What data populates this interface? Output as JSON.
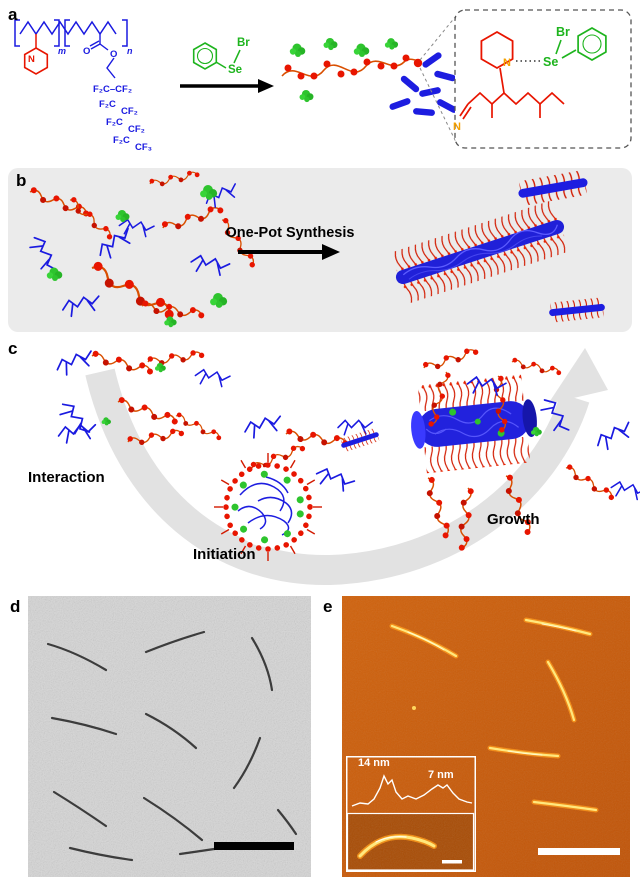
{
  "figure": {
    "panel_labels": {
      "a": "a",
      "b": "b",
      "c": "c",
      "d": "d",
      "e": "e"
    }
  },
  "panel_a": {
    "polymer": {
      "sub_m": "m",
      "sub_n": "n",
      "ring_n": "N",
      "ester_o1": "O",
      "ester_o2": "O",
      "f_chain": [
        "F₂C–CF₂",
        "F₂C",
        "CF₂",
        "F₂C",
        "CF₂",
        "F₂C",
        "CF₃"
      ]
    },
    "reagent": {
      "se": "Se",
      "br": "Br"
    },
    "inset": {
      "ring_n": "N",
      "se": "Se",
      "br": "Br",
      "imine_n": "N"
    }
  },
  "panel_b": {
    "arrow_label": "One-Pot Synthesis"
  },
  "panel_c": {
    "label_interaction": "Interaction",
    "label_initiation": "Initiation",
    "label_growth": "Growth"
  },
  "panel_e": {
    "profile_peak_major": "14 nm",
    "profile_peak_minor": "7 nm"
  },
  "colors": {
    "polymer_red": "#e81500",
    "polymer_blue": "#1a1ae0",
    "reagent_green": "#1eb41e",
    "nitrogen_orange": "#f5a000",
    "panel_b_bg": "#ebebeb",
    "swoosh_gray": "#e2e2e2",
    "tem_bg": "#d6d6d6",
    "afm_bg": "#c85a0a"
  }
}
